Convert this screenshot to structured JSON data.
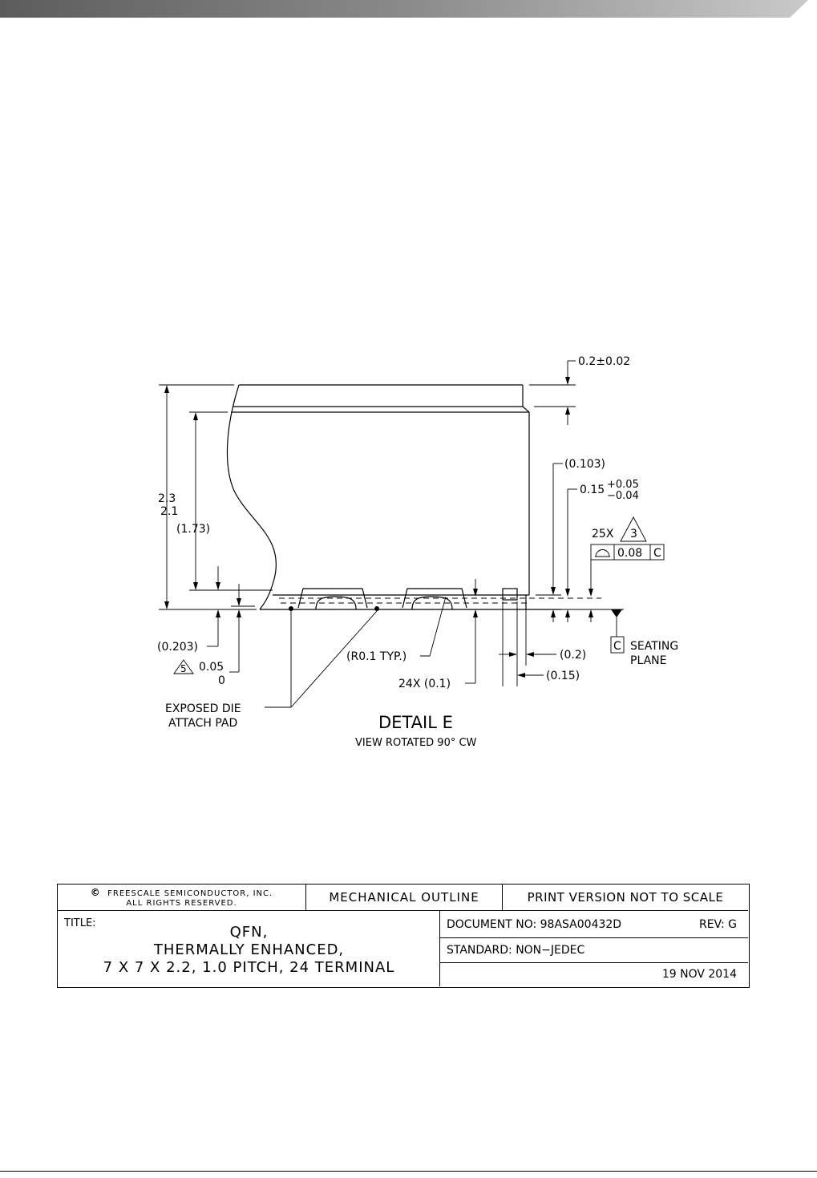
{
  "dimensions": {
    "thickness": "0.2±0.02",
    "overall_height_max": "2.3",
    "overall_height_min": "2.1",
    "body_height": "(1.73)",
    "ref_0103": "(0.103)",
    "lead_thk_nominal": "0.15",
    "lead_thk_plus": "+0.05",
    "lead_thk_minus": "−0.04",
    "count_25x": "25X",
    "flag_3": "3",
    "tol_value": "0.08",
    "datum_c": "C",
    "ref_0203": "(0.203)",
    "flag_5": "5",
    "standoff_max": "0.05",
    "standoff_min": "0",
    "radius_note": "(R0.1 TYP.)",
    "ref_02": "(0.2)",
    "count_24x": "24X (0.1)",
    "ref_015": "(0.15)",
    "seating_line1": "SEATING",
    "seating_line2": "PLANE",
    "pad_line1": "EXPOSED DIE",
    "pad_line2": "ATTACH PAD",
    "detail_title": "DETAIL  E",
    "detail_sub": "VIEW ROTATED 90° CW"
  },
  "title_block": {
    "copyright_symbol": "©",
    "copyright_line1": "FREESCALE SEMICONDUCTOR, INC.",
    "copyright_line2": "ALL RIGHTS RESERVED.",
    "outline_label": "MECHANICAL  OUTLINE",
    "scale_note": "PRINT VERSION NOT TO SCALE",
    "title_label": "TITLE:",
    "title_line1": "QFN,",
    "title_line2": "THERMALLY ENHANCED,",
    "title_line3": "7 X 7 X 2.2, 1.0 PITCH, 24 TERMINAL",
    "doc_label": "DOCUMENT NO: 98ASA00432D",
    "rev_label": "REV:  G",
    "standard": "STANDARD: NON−JEDEC",
    "date": "19 NOV 2014"
  }
}
